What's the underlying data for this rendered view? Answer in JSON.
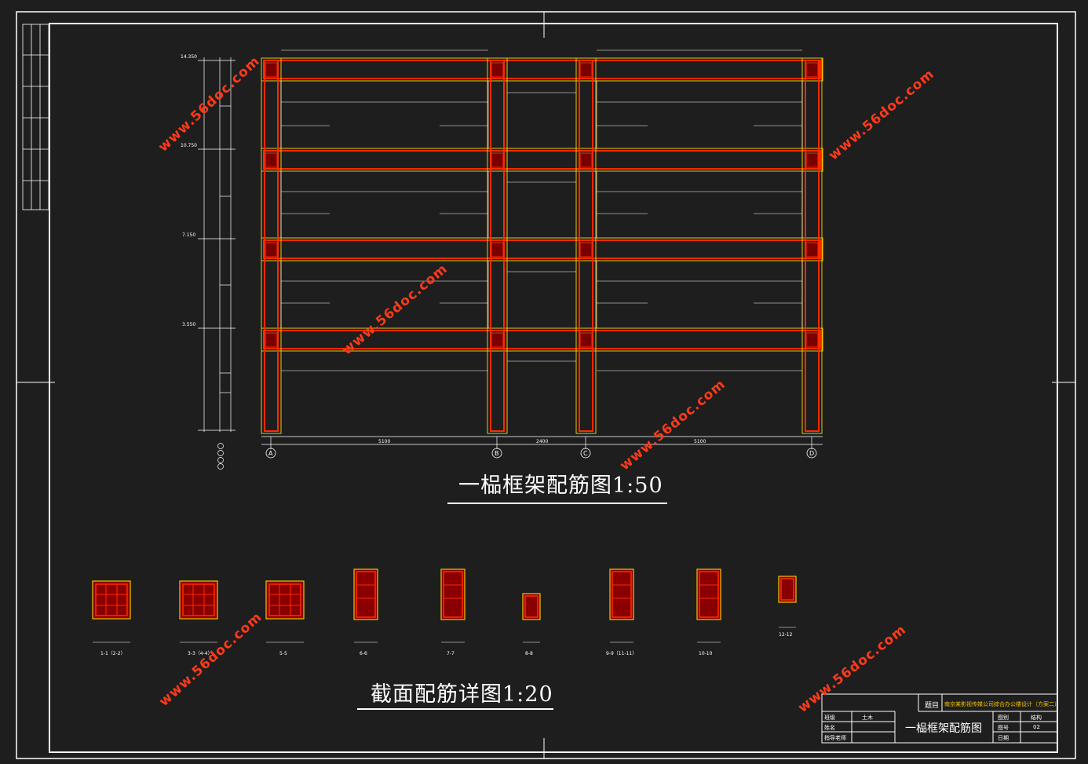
{
  "drawing": {
    "main_title": "一榀框架配筋图1:50",
    "section_title": "截面配筋详图1:20"
  },
  "axes": {
    "labels": [
      "A",
      "B",
      "C",
      "D"
    ]
  },
  "elevations": [
    "14.350",
    "10.750",
    "7.150",
    "3.550"
  ],
  "spans": [
    "5100",
    "2400",
    "5100"
  ],
  "section_labels": [
    "1-1（2-2）",
    "3-3（4-4）",
    "5-5",
    "6-6",
    "7-7",
    "8-8",
    "9-9（11-11）",
    "10-10",
    "12-12"
  ],
  "watermark": "www.56doc.com",
  "title_block": {
    "topic_label": "题目",
    "topic_value": "南京某影视传媒公司综合办公楼设计（方案二）",
    "row1_label": "班级",
    "row1_value": "土木",
    "row2_label": "姓名",
    "row3_label": "指导老师",
    "drawing_name": "一榀框架配筋图",
    "r1_label": "图别",
    "r1_value": "结构",
    "r2_label": "图号",
    "r2_value": "02",
    "r3_label": "日期"
  },
  "colors": {
    "background": "#1e1e1e",
    "frame": "#ff2a00",
    "fill": "#8a0000",
    "outline": "#f2c400",
    "dims": "#ffffff"
  }
}
